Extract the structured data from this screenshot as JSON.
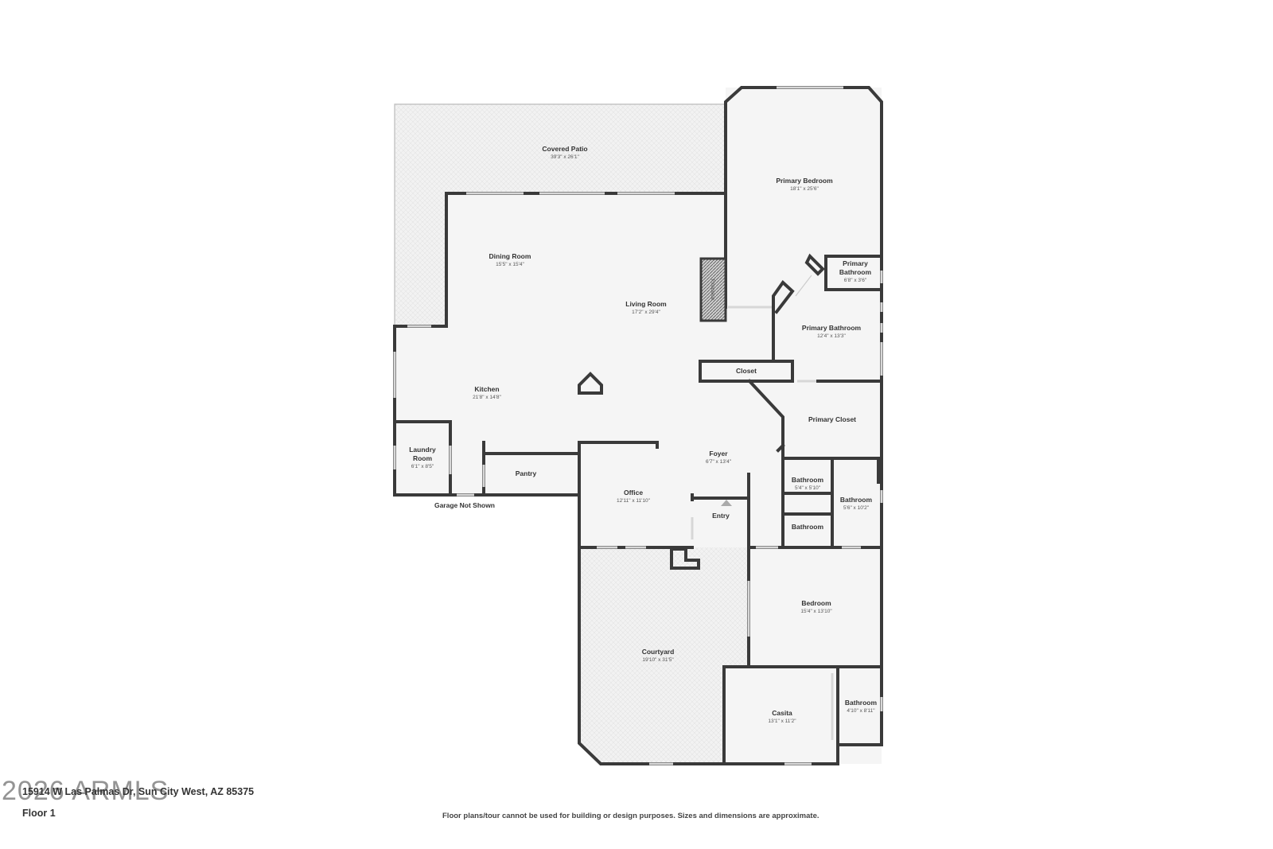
{
  "plan": {
    "rooms": [
      {
        "id": "covered-patio",
        "name": "Covered Patio",
        "dims": "39'3\" x 26'1\""
      },
      {
        "id": "primary-bedroom",
        "name": "Primary Bedroom",
        "dims": "18'1\" x 25'6\""
      },
      {
        "id": "dining-room",
        "name": "Dining Room",
        "dims": "15'5\" x 15'4\""
      },
      {
        "id": "living-room",
        "name": "Living Room",
        "dims": "17'2\" x 29'4\""
      },
      {
        "id": "primary-bathroom-small",
        "name": "Primary Bathroom",
        "dims": "6'8\" x 3'6\""
      },
      {
        "id": "primary-bathroom",
        "name": "Primary Bathroom",
        "dims": "12'4\" x 13'3\""
      },
      {
        "id": "closet",
        "name": "Closet",
        "dims": ""
      },
      {
        "id": "kitchen",
        "name": "Kitchen",
        "dims": "21'8\" x 14'8\""
      },
      {
        "id": "primary-closet",
        "name": "Primary Closet",
        "dims": ""
      },
      {
        "id": "laundry-room",
        "name": "Laundry Room",
        "dims": "6'1\" x 8'5\""
      },
      {
        "id": "pantry",
        "name": "Pantry",
        "dims": ""
      },
      {
        "id": "foyer",
        "name": "Foyer",
        "dims": "6'7\" x 13'4\""
      },
      {
        "id": "bathroom-1",
        "name": "Bathroom",
        "dims": "5'4\" x 5'10\""
      },
      {
        "id": "bathroom-2",
        "name": "Bathroom",
        "dims": "5'6\" x 10'2\""
      },
      {
        "id": "office",
        "name": "Office",
        "dims": "12'11\" x 11'10\""
      },
      {
        "id": "entry",
        "name": "Entry",
        "dims": ""
      },
      {
        "id": "bathroom-3",
        "name": "Bathroom",
        "dims": ""
      },
      {
        "id": "bedroom",
        "name": "Bedroom",
        "dims": "15'4\" x 13'10\""
      },
      {
        "id": "courtyard",
        "name": "Courtyard",
        "dims": "19'10\" x 31'5\""
      },
      {
        "id": "bathroom-4",
        "name": "Bathroom",
        "dims": "4'10\" x 8'11\""
      },
      {
        "id": "casita",
        "name": "Casita",
        "dims": "13'1\" x 11'2\""
      }
    ],
    "fireplace_label": "Fireplace",
    "garage_note": "Garage Not Shown"
  },
  "footer": {
    "address": "15914 W Las Palmas Dr, Sun City West, AZ 85375",
    "floor": "Floor 1",
    "disclaimer": "Floor plans/tour cannot be used for building or design purposes. Sizes and dimensions are approximate.",
    "watermark": "2026 ARMLS"
  },
  "colors": {
    "wall": "#3a3a3a",
    "floor": "#f5f5f5",
    "window": "#d7d7d7"
  }
}
